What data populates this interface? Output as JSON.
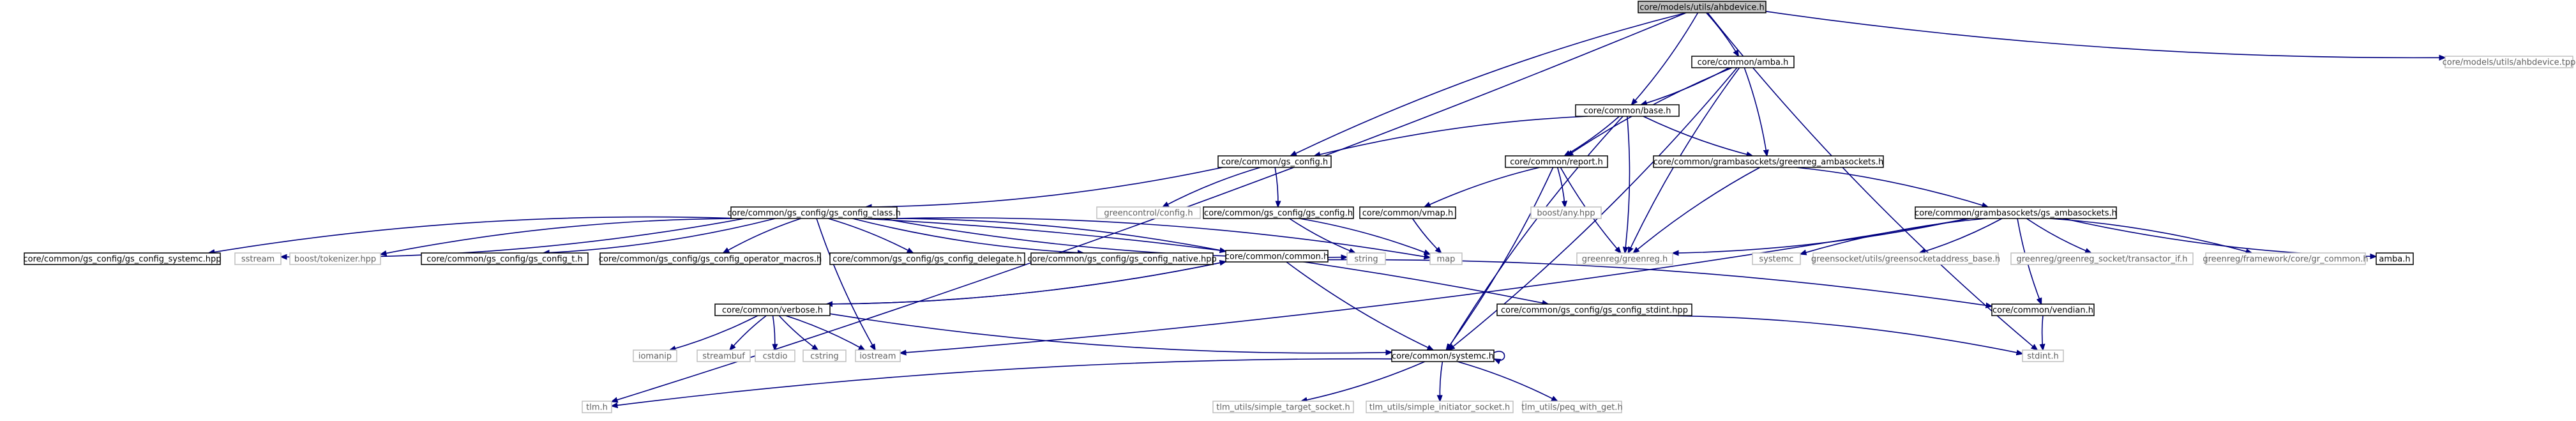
{
  "graph": {
    "nodes": [
      {
        "id": "ahb",
        "label": "core/models/utils/ahbdevice.h",
        "kind": "root"
      },
      {
        "id": "amba",
        "label": "core/common/amba.h",
        "kind": "box"
      },
      {
        "id": "ahbtpp",
        "label": "core/models/utils/ahbdevice.tpp",
        "kind": "ext"
      },
      {
        "id": "base",
        "label": "core/common/base.h",
        "kind": "box"
      },
      {
        "id": "gsconfig",
        "label": "core/common/gs_config.h",
        "kind": "box"
      },
      {
        "id": "report",
        "label": "core/common/report.h",
        "kind": "box"
      },
      {
        "id": "grsockgr",
        "label": "core/common/grambasockets/greenreg_ambasockets.h",
        "kind": "box"
      },
      {
        "id": "gscc",
        "label": "core/common/gs_config/gs_config_class.h",
        "kind": "box"
      },
      {
        "id": "greencontrol",
        "label": "greencontrol/config.h",
        "kind": "ext"
      },
      {
        "id": "gsgsc",
        "label": "core/common/gs_config/gs_config.h",
        "kind": "box"
      },
      {
        "id": "vmap",
        "label": "core/common/vmap.h",
        "kind": "box"
      },
      {
        "id": "boostany",
        "label": "boost/any.hpp",
        "kind": "ext"
      },
      {
        "id": "grsockgs",
        "label": "core/common/grambasockets/gs_ambasockets.h",
        "kind": "box"
      },
      {
        "id": "gssysc",
        "label": "core/common/gs_config/gs_config_systemc.hpp",
        "kind": "box"
      },
      {
        "id": "sstream",
        "label": "sstream",
        "kind": "ext"
      },
      {
        "id": "boosttok",
        "label": "boost/tokenizer.hpp",
        "kind": "ext"
      },
      {
        "id": "gst",
        "label": "core/common/gs_config/gs_config_t.h",
        "kind": "box"
      },
      {
        "id": "gsmacro",
        "label": "core/common/gs_config/gs_config_operator_macros.h",
        "kind": "box"
      },
      {
        "id": "gsdeleg",
        "label": "core/common/gs_config/gs_config_delegate.h",
        "kind": "box"
      },
      {
        "id": "gsnative",
        "label": "core/common/gs_config/gs_config_native.hpp",
        "kind": "box"
      },
      {
        "id": "common",
        "label": "core/common/common.h",
        "kind": "box"
      },
      {
        "id": "string",
        "label": "string",
        "kind": "ext"
      },
      {
        "id": "map",
        "label": "map",
        "kind": "ext"
      },
      {
        "id": "greenreg",
        "label": "greenreg/greenreg.h",
        "kind": "ext"
      },
      {
        "id": "systemc",
        "label": "systemc",
        "kind": "ext"
      },
      {
        "id": "gsockaddr",
        "label": "greensocket/utils/greensocketaddress_base.h",
        "kind": "ext"
      },
      {
        "id": "grtrans",
        "label": "greenreg/greenreg_socket/transactor_if.h",
        "kind": "ext"
      },
      {
        "id": "grfw",
        "label": "greenreg/framework/core/gr_common.h",
        "kind": "ext"
      },
      {
        "id": "ambah",
        "label": "amba.h",
        "kind": "box"
      },
      {
        "id": "verbose",
        "label": "core/common/verbose.h",
        "kind": "box"
      },
      {
        "id": "gsstdint",
        "label": "core/common/gs_config/gs_config_stdint.hpp",
        "kind": "box"
      },
      {
        "id": "vendian",
        "label": "core/common/vendian.h",
        "kind": "box"
      },
      {
        "id": "iomanip",
        "label": "iomanip",
        "kind": "ext"
      },
      {
        "id": "streambuf",
        "label": "streambuf",
        "kind": "ext"
      },
      {
        "id": "cstdio",
        "label": "cstdio",
        "kind": "ext"
      },
      {
        "id": "cstring",
        "label": "cstring",
        "kind": "ext"
      },
      {
        "id": "iostream",
        "label": "iostream",
        "kind": "ext"
      },
      {
        "id": "csysc",
        "label": "core/common/systemc.h",
        "kind": "box"
      },
      {
        "id": "stdint",
        "label": "stdint.h",
        "kind": "ext"
      },
      {
        "id": "tlm",
        "label": "tlm.h",
        "kind": "ext"
      },
      {
        "id": "tlmtarget",
        "label": "tlm_utils/simple_target_socket.h",
        "kind": "ext"
      },
      {
        "id": "tlminit",
        "label": "tlm_utils/simple_initiator_socket.h",
        "kind": "ext"
      },
      {
        "id": "tlmpeq",
        "label": "tlm_utils/peq_with_get.h",
        "kind": "ext"
      }
    ],
    "edges": [
      [
        "ahb",
        "amba"
      ],
      [
        "ahb",
        "ahbtpp"
      ],
      [
        "ahb",
        "base"
      ],
      [
        "ahb",
        "gsconfig"
      ],
      [
        "ahb",
        "tlm"
      ],
      [
        "ahb",
        "stdint"
      ],
      [
        "amba",
        "base"
      ],
      [
        "amba",
        "report"
      ],
      [
        "amba",
        "grsockgr"
      ],
      [
        "amba",
        "greenreg"
      ],
      [
        "amba",
        "csysc"
      ],
      [
        "base",
        "gsconfig"
      ],
      [
        "base",
        "report"
      ],
      [
        "base",
        "grsockgr"
      ],
      [
        "base",
        "greenreg"
      ],
      [
        "base",
        "csysc"
      ],
      [
        "gsconfig",
        "gscc"
      ],
      [
        "gsconfig",
        "greencontrol"
      ],
      [
        "gsconfig",
        "gsgsc"
      ],
      [
        "report",
        "vmap"
      ],
      [
        "report",
        "boostany"
      ],
      [
        "report",
        "greenreg"
      ],
      [
        "report",
        "csysc"
      ],
      [
        "grsockgr",
        "greenreg"
      ],
      [
        "grsockgr",
        "grsockgs"
      ],
      [
        "gscc",
        "gssysc"
      ],
      [
        "gscc",
        "sstream"
      ],
      [
        "gscc",
        "boosttok"
      ],
      [
        "gscc",
        "gst"
      ],
      [
        "gscc",
        "gsmacro"
      ],
      [
        "gscc",
        "gsdeleg"
      ],
      [
        "gscc",
        "gsnative"
      ],
      [
        "gscc",
        "common"
      ],
      [
        "gscc",
        "string"
      ],
      [
        "gscc",
        "map"
      ],
      [
        "gscc",
        "iostream"
      ],
      [
        "gscc",
        "gsstdint"
      ],
      [
        "gsgsc",
        "string"
      ],
      [
        "gsgsc",
        "map"
      ],
      [
        "vmap",
        "map"
      ],
      [
        "grsockgs",
        "greenreg"
      ],
      [
        "grsockgs",
        "systemc"
      ],
      [
        "grsockgs",
        "gsockaddr"
      ],
      [
        "grsockgs",
        "grtrans"
      ],
      [
        "grsockgs",
        "grfw"
      ],
      [
        "grsockgs",
        "ambah"
      ],
      [
        "grsockgs",
        "iostream"
      ],
      [
        "grsockgs",
        "vendian"
      ],
      [
        "common",
        "verbose"
      ],
      [
        "common",
        "csysc"
      ],
      [
        "common",
        "vendian"
      ],
      [
        "verbose",
        "common"
      ],
      [
        "verbose",
        "iomanip"
      ],
      [
        "verbose",
        "streambuf"
      ],
      [
        "verbose",
        "cstdio"
      ],
      [
        "verbose",
        "cstring"
      ],
      [
        "verbose",
        "iostream"
      ],
      [
        "verbose",
        "csysc"
      ],
      [
        "gsstdint",
        "stdint"
      ],
      [
        "vendian",
        "stdint"
      ],
      [
        "csysc",
        "csysc"
      ],
      [
        "csysc",
        "tlm"
      ],
      [
        "csysc",
        "tlmtarget"
      ],
      [
        "csysc",
        "tlminit"
      ],
      [
        "csysc",
        "tlmpeq"
      ]
    ]
  }
}
